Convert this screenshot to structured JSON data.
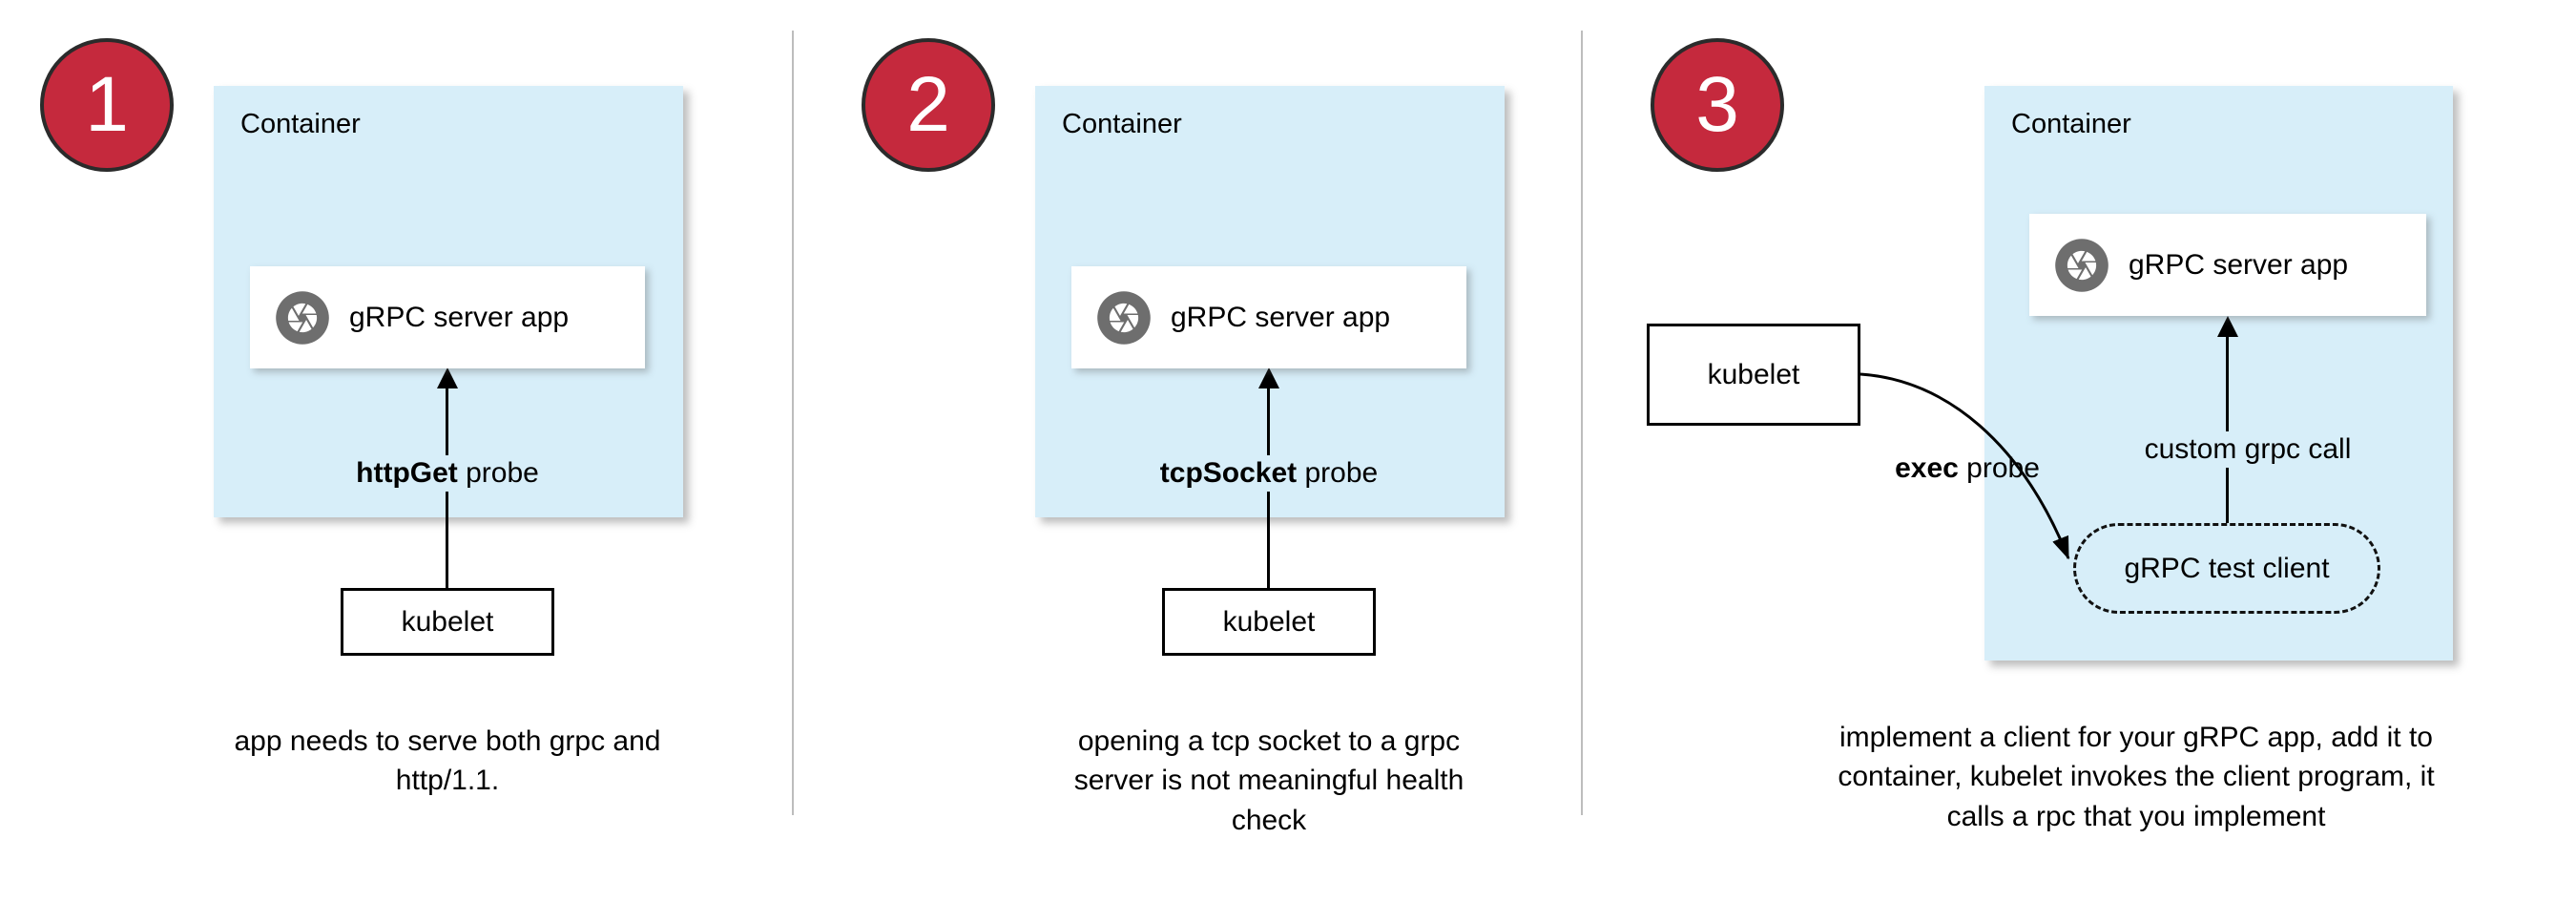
{
  "colors": {
    "badge_fill": "#c5293d",
    "badge_stroke": "#2b2b2b",
    "container_fill": "#d7eef9",
    "icon_gray": "#6e6e6e",
    "divider_gray": "#bdbdbd"
  },
  "panels": [
    {
      "number": "1",
      "container_label": "Container",
      "app_icon": "aperture-icon",
      "app_label": "gRPC server app",
      "probe_bold": "httpGet",
      "probe_rest": " probe",
      "kubelet_label": "kubelet",
      "caption": "app needs to serve both grpc and http/1.1."
    },
    {
      "number": "2",
      "container_label": "Container",
      "app_icon": "aperture-icon",
      "app_label": "gRPC server app",
      "probe_bold": "tcpSocket",
      "probe_rest": " probe",
      "kubelet_label": "kubelet",
      "caption": "opening a tcp socket to a grpc server is not meaningful health check"
    },
    {
      "number": "3",
      "container_label": "Container",
      "app_icon": "aperture-icon",
      "app_label": "gRPC server app",
      "probe_bold": "exec",
      "probe_rest": " probe",
      "kubelet_label": "kubelet",
      "client_label": "gRPC test client",
      "arrow_label": "custom grpc call",
      "caption": "implement a client for your gRPC app, add it to container, kubelet invokes the client program, it calls a rpc that you implement"
    }
  ]
}
